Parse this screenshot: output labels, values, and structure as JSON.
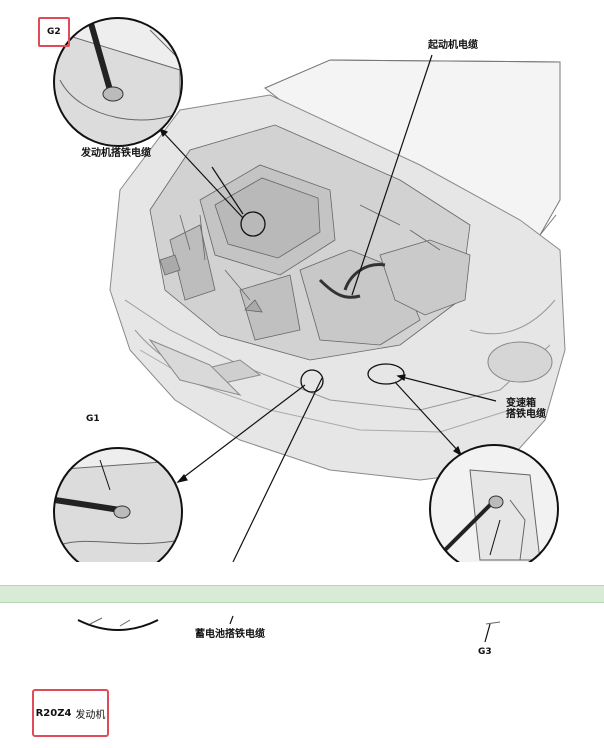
{
  "labels": {
    "g2": "G2",
    "g1": "G1",
    "g3": "G3",
    "starter_cable": "起动机电缆",
    "engine_ground_cable": "发动机搭铁电缆",
    "transmission_ground_line1": "变速箱",
    "transmission_ground_line2": "搭铁电缆",
    "battery_ground_cable": "蓄电池搭铁电缆"
  },
  "engine": {
    "code": "R20Z4",
    "name": "发动机"
  },
  "colors": {
    "highlight_border": "#e04b57",
    "band": "#d8ebd6"
  }
}
